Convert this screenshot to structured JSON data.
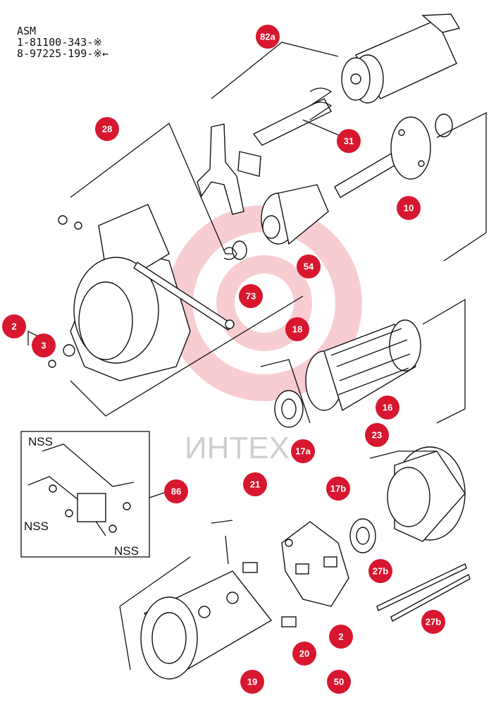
{
  "header": {
    "asm_label": "ASM",
    "part_numbers": [
      "1-81100-343-※",
      "8-97225-199-※←"
    ]
  },
  "watermark": {
    "text": "ИНТЕХ",
    "color": "#f4b3ba"
  },
  "accent_color": "#d7172f",
  "callouts": [
    {
      "label": "82a"
    },
    {
      "label": "28"
    },
    {
      "label": "31"
    },
    {
      "label": "10"
    },
    {
      "label": "54"
    },
    {
      "label": "73"
    },
    {
      "label": "2"
    },
    {
      "label": "3"
    },
    {
      "label": "18"
    },
    {
      "label": "16"
    },
    {
      "label": "17a"
    },
    {
      "label": "23"
    },
    {
      "label": "86"
    },
    {
      "label": "21"
    },
    {
      "label": "17b"
    },
    {
      "label": "27b"
    },
    {
      "label": "27b"
    },
    {
      "label": "2"
    },
    {
      "label": "20"
    },
    {
      "label": "19"
    },
    {
      "label": "50"
    }
  ],
  "inset": {
    "nss_labels": [
      "NSS",
      "NSS",
      "NSS"
    ]
  }
}
